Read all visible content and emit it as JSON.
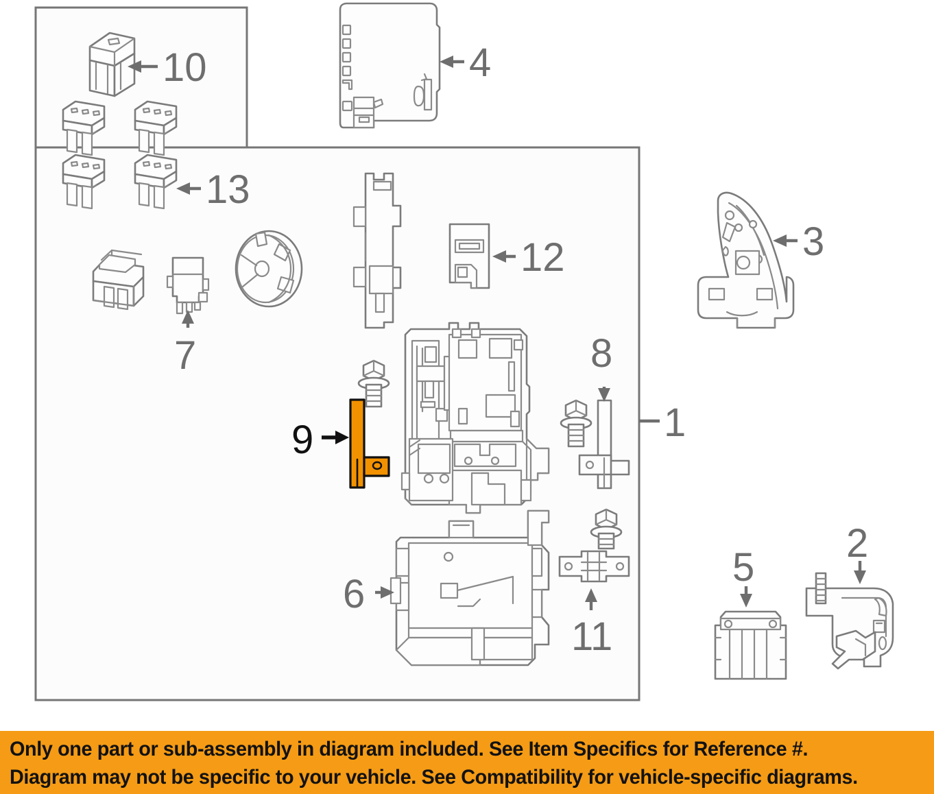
{
  "diagram": {
    "title": "Automotive fuse box / relay box exploded parts diagram",
    "highlight_color": "#F39200",
    "line_color": "#7b7b7b",
    "callout_color": "#6e6e6e",
    "callouts": [
      {
        "number": "1",
        "part": "fuse-and-relay-box-assembly",
        "arrow": "leader-line",
        "highlighted": false
      },
      {
        "number": "2",
        "part": "mounting-bracket-with-stud",
        "arrow": "down",
        "highlighted": false
      },
      {
        "number": "3",
        "part": "curved-support-bracket",
        "arrow": "left",
        "highlighted": false
      },
      {
        "number": "4",
        "part": "fuse-box-cover",
        "arrow": "left",
        "highlighted": false
      },
      {
        "number": "5",
        "part": "ribbed-connector-block",
        "arrow": "down",
        "highlighted": false
      },
      {
        "number": "6",
        "part": "lower-fuse-box-housing",
        "arrow": "right",
        "highlighted": false
      },
      {
        "number": "7",
        "part": "relay",
        "arrow": "up",
        "highlighted": false
      },
      {
        "number": "8",
        "part": "mounting-bracket",
        "arrow": "down",
        "highlighted": false
      },
      {
        "number": "9",
        "part": "mounting-bracket-highlighted",
        "arrow": "right",
        "highlighted": true
      },
      {
        "number": "10",
        "part": "cartridge-fuse",
        "arrow": "left",
        "highlighted": false
      },
      {
        "number": "11",
        "part": "bolt-down-fusible-link",
        "arrow": "up",
        "highlighted": false
      },
      {
        "number": "12",
        "part": "connector-bracket",
        "arrow": "left",
        "highlighted": false
      },
      {
        "number": "13",
        "part": "blade-fuse",
        "arrow": "left",
        "highlighted": false
      }
    ]
  },
  "banner": {
    "background": "#F59B15",
    "text_color": "#121212",
    "line1": "Only one part or sub-assembly in diagram included. See Item Specifics for Reference #.",
    "line2": "Diagram may not be specific to your vehicle. See Compatibility for vehicle-specific diagrams."
  }
}
